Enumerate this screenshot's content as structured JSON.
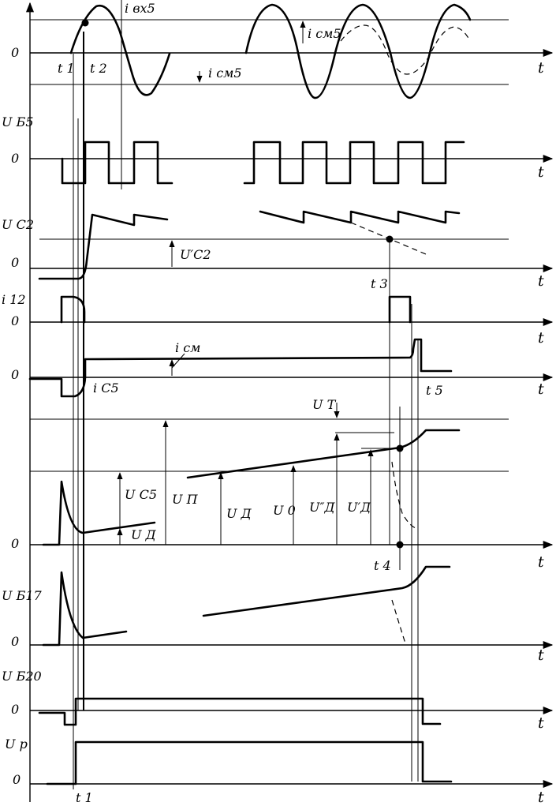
{
  "labels": {
    "i_vx5": "i вх5",
    "i_sm5": "i см5",
    "u_b5": "U Б5",
    "u_c2": "U C2",
    "u_c2_prime": "U′C2",
    "i_12": "i 12",
    "i_sm": "i см",
    "i_c5": "i C5",
    "u_c5": "U C5",
    "u_d": "U Д",
    "u_p": "U П",
    "u_0": "U 0",
    "u_d_dprime": "U″Д",
    "u_d_prime": "U′Д",
    "u_t": "U Т",
    "u_b17": "U Б17",
    "u_b20": "U Б20",
    "u_r": "U р",
    "zero": "0",
    "t_axis": "t",
    "t1": "t 1",
    "t2": "t 2",
    "t3": "t 3",
    "t4": "t 4",
    "t5": "t 5"
  }
}
